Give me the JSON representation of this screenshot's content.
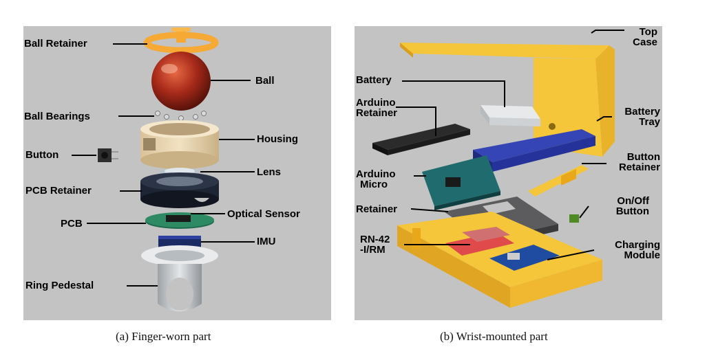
{
  "figure": {
    "panels": [
      {
        "id": "a",
        "caption": "(a) Finger-worn part",
        "labels": {
          "ball_retainer": "Ball Retainer",
          "ball": "Ball",
          "ball_bearings": "Ball Bearings",
          "housing": "Housing",
          "button": "Button",
          "lens": "Lens",
          "pcb_retainer": "PCB Retainer",
          "optical_sensor": "Optical Sensor",
          "pcb": "PCB",
          "imu": "IMU",
          "ring_pedestal": "Ring Pedestal"
        }
      },
      {
        "id": "b",
        "caption": "(b) Wrist-mounted part",
        "labels": {
          "top_case_1": "Top",
          "top_case_2": "Case",
          "battery": "Battery",
          "arduino_retainer_1": "Arduino",
          "arduino_retainer_2": "Retainer",
          "battery_tray_1": "Battery",
          "battery_tray_2": "Tray",
          "button_retainer_1": "Button",
          "button_retainer_2": "Retainer",
          "arduino_micro_1": "Arduino",
          "arduino_micro_2": "Micro",
          "on_off_1": "On/Off",
          "on_off_2": "Button",
          "retainer": "Retainer",
          "rn42_1": "RN-42",
          "rn42_2": "-I/RM",
          "charging_1": "Charging",
          "charging_2": "Module"
        }
      }
    ],
    "colors": {
      "background": "#c3c3c3",
      "orange_part": "#f7a935",
      "yellow_part": "#f5c63a",
      "ball_red": "#a82a1a",
      "housing_beige": "#ead7b4",
      "pcb_green": "#1f6b4e",
      "tray_blue": "#2a3aa0"
    }
  }
}
